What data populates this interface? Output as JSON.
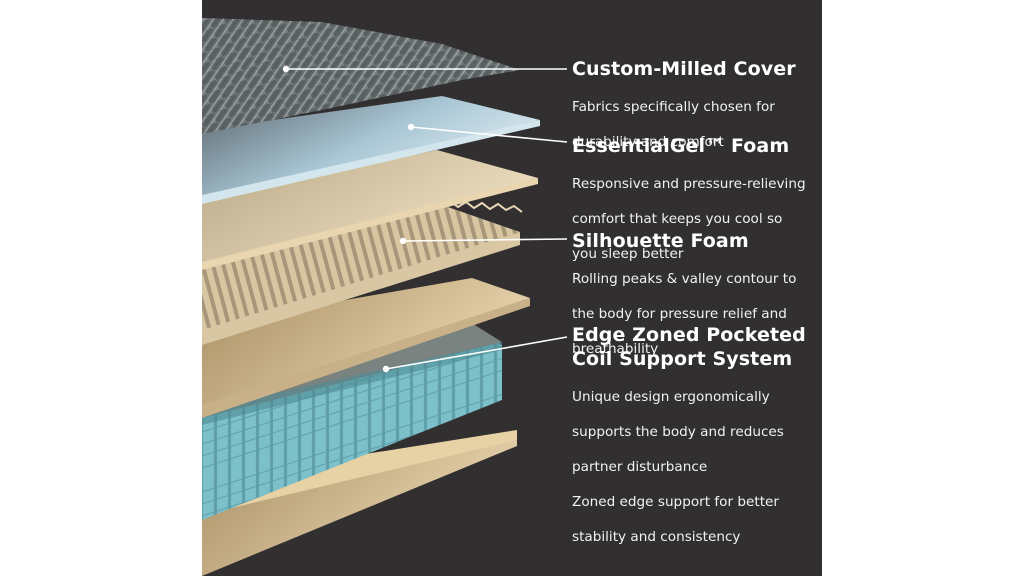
{
  "diagram": {
    "subject": "mattress layer cutaway",
    "background_color": "#322f31",
    "layers": [
      {
        "id": "cover",
        "title": "Custom-Milled Cover",
        "description_lines": [
          "Fabrics specifically chosen for",
          "durability and comfort"
        ],
        "color": "#6e6e6e"
      },
      {
        "id": "gel",
        "title": "EssentialGel™ Foam",
        "description_lines": [
          "Responsive and pressure-relieving",
          "comfort that keeps you cool so",
          "you sleep better"
        ],
        "color": "#b9d3de"
      },
      {
        "id": "silhouette",
        "title": "Silhouette Foam",
        "description_lines": [
          "Rolling peaks & valley contour to",
          "the body for pressure relief and",
          "breathability"
        ],
        "color": "#d9c7a3"
      },
      {
        "id": "coil",
        "title": "Edge Zoned Pocketed Coil Support System",
        "title_lines": [
          "Edge Zoned Pocketed",
          "Coil Support System"
        ],
        "description_lines": [
          "Unique design ergonomically",
          "supports the body and reduces",
          "partner disturbance",
          "Zoned edge support for better",
          "stability and consistency"
        ],
        "color": "#6fb5c0"
      }
    ]
  }
}
